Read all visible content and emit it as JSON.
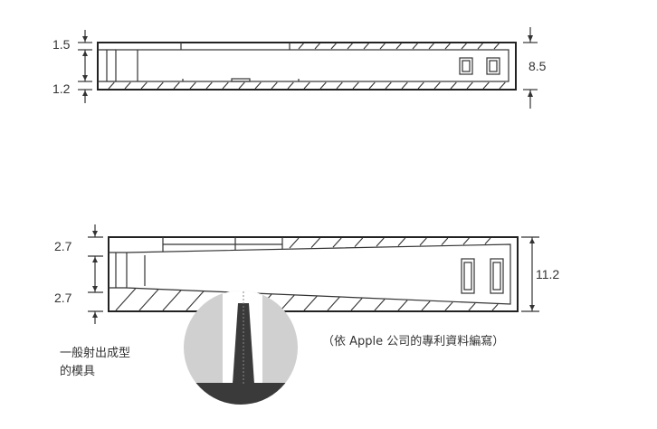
{
  "top_diagram": {
    "dim_top_wall": "1.5",
    "dim_bottom_wall": "1.2",
    "dim_height": "8.5"
  },
  "bottom_diagram": {
    "dim_top_wall": "2.7",
    "dim_bottom_wall": "2.7",
    "dim_height": "11.2"
  },
  "captions": {
    "mold_line1": "一般射出成型",
    "mold_line2": "的模具",
    "source_note": "（依 Apple 公司的專利資料編寫）"
  },
  "colors": {
    "line": "#333333",
    "mold_dark": "#3a3a3a",
    "mold_bg": "#d0d0d0"
  }
}
